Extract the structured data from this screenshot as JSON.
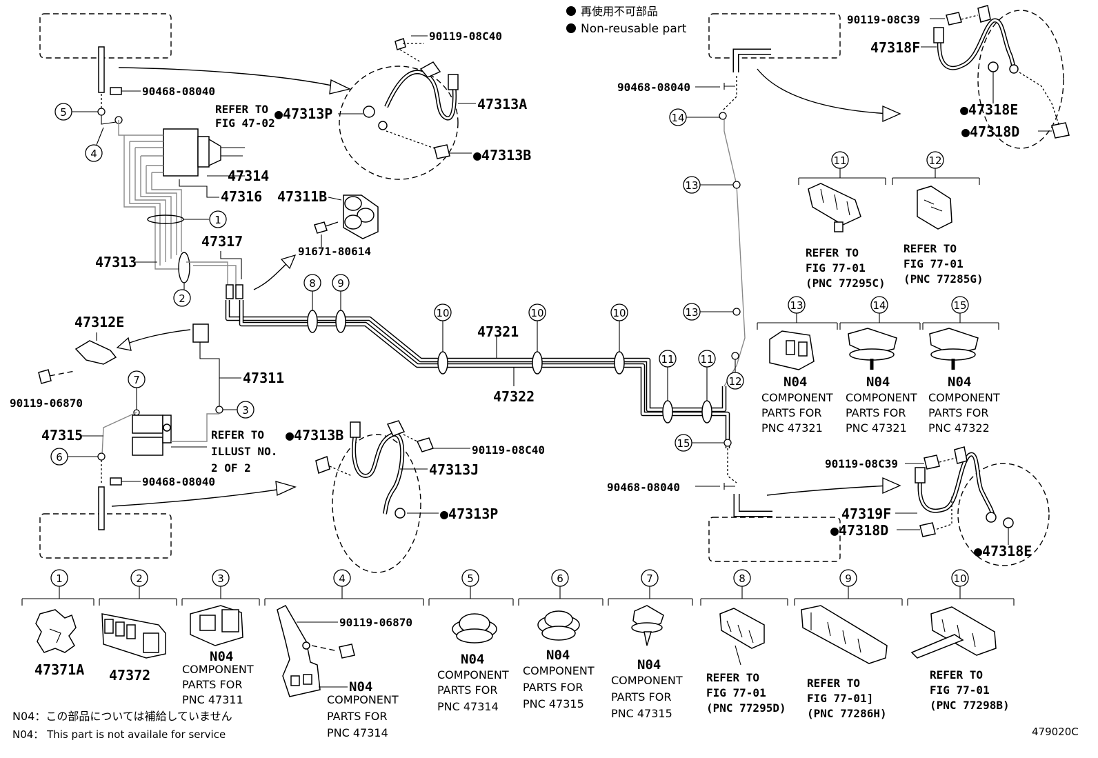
{
  "legend": {
    "jp": "再使用不可部品",
    "en": "Non-reusable part"
  },
  "figure_code": "479020C",
  "notes": {
    "jp": "N04：この部品については補給していません",
    "en": "N04： This part is not availale for service"
  },
  "part_numbers": {
    "p47313P_top": "●47313P",
    "p47313A": "47313A",
    "p47313B_top": "●47313B",
    "p90119_08C40_top": "90119-08C40",
    "p90468_top_left": "90468-08040",
    "refer_fig_47_02_a": "REFER TO",
    "refer_fig_47_02_b": "FIG 47-02",
    "p47314": "47314",
    "p47316": "47316",
    "p47311B": "47311B",
    "p91671": "91671-80614",
    "p47317": "47317",
    "p47313": "47313",
    "p47312E": "47312E",
    "p90119_06870": "90119-06870",
    "p47311": "47311",
    "p47315": "47315",
    "illust_a": "REFER TO",
    "illust_b": "ILLUST NO.",
    "illust_c": "2 OF 2",
    "p90468_bottom_left": "90468-08040",
    "p47313B_bottom": "●47313B",
    "p90119_08C40_bottom": "90119-08C40",
    "p47313J": "47313J",
    "p47313P_bottom": "●47313P",
    "p47321": "47321",
    "p47322": "47322",
    "p90468_top_right": "90468-08040",
    "p90468_bottom_right": "90468-08040",
    "p90119_08C39_top": "90119-08C39",
    "p47318F": "47318F",
    "p47318E_top": "●47318E",
    "p47318D_top": "●47318D",
    "p90119_08C39_bottom": "90119-08C39",
    "p47319F": "47319F",
    "p47318D_bottom": "●47318D",
    "p47318E_bottom": "●47318E"
  },
  "clip_refs": {
    "c11": [
      "REFER TO",
      "FIG 77-01",
      "(PNC 77295C)"
    ],
    "c12": [
      "REFER TO",
      "FIG 77-01",
      "(PNC 77285G)"
    ],
    "c13": [
      "N04",
      "COMPONENT",
      "PARTS FOR",
      "PNC 47321"
    ],
    "c14": [
      "N04",
      "COMPONENT",
      "PARTS FOR",
      "PNC 47321"
    ],
    "c15": [
      "N04",
      "COMPONENT",
      "PARTS FOR",
      "PNC 47322"
    ]
  },
  "bottom_parts": {
    "b1": "47371A",
    "b2": "47372",
    "b3": [
      "N04",
      "COMPONENT",
      "PARTS FOR",
      "PNC 47311"
    ],
    "b4_bolt": "90119-06870",
    "b4": [
      "N04",
      "COMPONENT",
      "PARTS FOR",
      "PNC 47314"
    ],
    "b5": [
      "N04",
      "COMPONENT",
      "PARTS FOR",
      "PNC 47314"
    ],
    "b6": [
      "N04",
      "COMPONENT",
      "PARTS FOR",
      "PNC 47315"
    ],
    "b7": [
      "N04",
      "COMPONENT",
      "PARTS FOR",
      "PNC 47315"
    ],
    "b8": [
      "REFER TO",
      "FIG 77-01",
      "(PNC 77295D)"
    ],
    "b9": [
      "REFER TO",
      "FIG 77-01]",
      "(PNC 77286H)"
    ],
    "b10": [
      "REFER TO",
      "FIG 77-01",
      "(PNC 77298B)"
    ]
  },
  "callout_numbers": [
    "1",
    "2",
    "3",
    "4",
    "5",
    "6",
    "7",
    "8",
    "9",
    "10",
    "11",
    "12",
    "13",
    "14",
    "15"
  ]
}
